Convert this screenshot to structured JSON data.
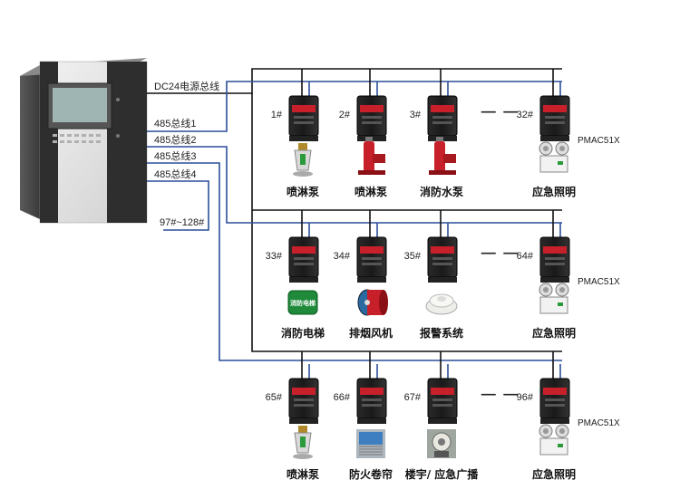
{
  "controller": {
    "lines": [
      {
        "label": "DC24电源总线"
      },
      {
        "label": "485总线1"
      },
      {
        "label": "485总线2"
      },
      {
        "label": "485总线3"
      },
      {
        "label": "485总线4"
      }
    ],
    "extra_label": "97#~128#"
  },
  "colors": {
    "black_bus": "#111111",
    "blue_bus": "#2a4f9a",
    "module_red": "#c8202a"
  },
  "rows": [
    {
      "model": "PMAC51X",
      "ellipsis": "— —",
      "modules": [
        {
          "num": "1#",
          "caption": "喷淋泵",
          "icon": "sprinkler-icon"
        },
        {
          "num": "2#",
          "caption": "喷淋泵",
          "icon": "red-pump-icon"
        },
        {
          "num": "3#",
          "caption": "消防水泵",
          "icon": "red-pump-icon"
        },
        {
          "num": "32#",
          "caption": "应急照明",
          "icon": "emergency-light-icon"
        }
      ]
    },
    {
      "model": "PMAC51X",
      "ellipsis": "— —",
      "modules": [
        {
          "num": "33#",
          "caption": "消防电梯",
          "icon": "fire-elevator-sign-icon",
          "sign_text": "消防电梯"
        },
        {
          "num": "34#",
          "caption": "排烟风机",
          "icon": "exhaust-fan-icon"
        },
        {
          "num": "35#",
          "caption": "报警系统",
          "icon": "smoke-detector-icon"
        },
        {
          "num": "64#",
          "caption": "应急照明",
          "icon": "emergency-light-icon"
        }
      ]
    },
    {
      "model": "PMAC51X",
      "ellipsis": "— —",
      "modules": [
        {
          "num": "65#",
          "caption": "喷淋泵",
          "icon": "sprinkler-icon"
        },
        {
          "num": "66#",
          "caption": "防火卷帘",
          "icon": "fire-shutter-icon"
        },
        {
          "num": "67#",
          "caption": "楼宇/ 应急广播",
          "icon": "loudspeaker-icon"
        },
        {
          "num": "96#",
          "caption": "应急照明",
          "icon": "emergency-light-icon"
        }
      ]
    }
  ]
}
